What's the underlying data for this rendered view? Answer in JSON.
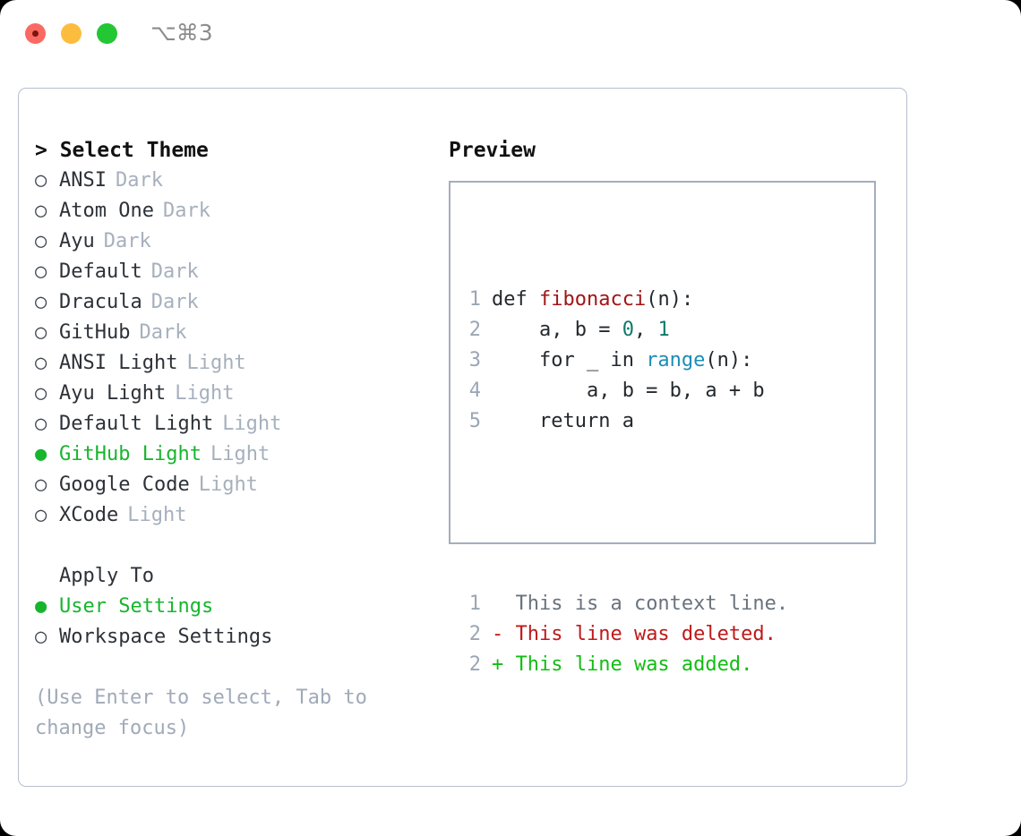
{
  "titlebar": {
    "shortcut": "⌥⌘3",
    "dots": [
      {
        "name": "close",
        "color": "#fa6a62"
      },
      {
        "name": "minimize",
        "color": "#fcbd3e"
      },
      {
        "name": "maximize",
        "color": "#23c733"
      }
    ]
  },
  "theme_picker": {
    "header": "> Select Theme",
    "marker_selected": "●",
    "marker_unselected": "○",
    "items": [
      {
        "label": "ANSI",
        "suffix": "Dark",
        "selected": false
      },
      {
        "label": "Atom One",
        "suffix": "Dark",
        "selected": false
      },
      {
        "label": "Ayu",
        "suffix": "Dark",
        "selected": false
      },
      {
        "label": "Default",
        "suffix": "Dark",
        "selected": false
      },
      {
        "label": "Dracula",
        "suffix": "Dark",
        "selected": false
      },
      {
        "label": "GitHub",
        "suffix": "Dark",
        "selected": false
      },
      {
        "label": "ANSI Light",
        "suffix": "Light",
        "selected": false
      },
      {
        "label": "Ayu Light",
        "suffix": "Light",
        "selected": false
      },
      {
        "label": "Default Light",
        "suffix": "Light",
        "selected": false
      },
      {
        "label": "GitHub Light",
        "suffix": "Light",
        "selected": true
      },
      {
        "label": "Google Code",
        "suffix": "Light",
        "selected": false
      },
      {
        "label": "XCode",
        "suffix": "Light",
        "selected": false
      }
    ]
  },
  "apply_to": {
    "header": "Apply To",
    "items": [
      {
        "label": "User Settings",
        "selected": true
      },
      {
        "label": "Workspace Settings",
        "selected": false
      }
    ]
  },
  "hint": "(Use Enter to select, Tab to change focus)",
  "preview": {
    "title": "Preview",
    "code_lines": [
      {
        "no": "1",
        "tokens": [
          {
            "t": "def ",
            "c": "plain"
          },
          {
            "t": "fibonacci",
            "c": "func"
          },
          {
            "t": "(n):",
            "c": "plain"
          }
        ]
      },
      {
        "no": "2",
        "tokens": [
          {
            "t": "    a, b = ",
            "c": "plain"
          },
          {
            "t": "0",
            "c": "num"
          },
          {
            "t": ", ",
            "c": "plain"
          },
          {
            "t": "1",
            "c": "num"
          }
        ]
      },
      {
        "no": "3",
        "tokens": [
          {
            "t": "    for _ in ",
            "c": "plain"
          },
          {
            "t": "range",
            "c": "call"
          },
          {
            "t": "(n):",
            "c": "plain"
          }
        ]
      },
      {
        "no": "4",
        "tokens": [
          {
            "t": "        a, b = b, a + b",
            "c": "plain"
          }
        ]
      },
      {
        "no": "5",
        "tokens": [
          {
            "t": "    return a",
            "c": "plain"
          }
        ]
      }
    ],
    "diff_lines": [
      {
        "no": "1",
        "marker": " ",
        "text": " This is a context line.",
        "kind": "ctx"
      },
      {
        "no": "2",
        "marker": "-",
        "text": " This line was deleted.",
        "kind": "del"
      },
      {
        "no": "2",
        "marker": "+",
        "text": " This line was added.",
        "kind": "add"
      }
    ]
  },
  "colors": {
    "accent_green": "#17b52e",
    "muted": "#a6b0bd",
    "border": "#b6bfcc",
    "preview_border": "#a4aebd",
    "code_func": "#a11616",
    "code_num": "#0f7a6c",
    "code_call": "#1b8db8",
    "diff_del": "#c01919",
    "diff_add": "#13bd13",
    "diff_ctx": "#6a737d"
  }
}
